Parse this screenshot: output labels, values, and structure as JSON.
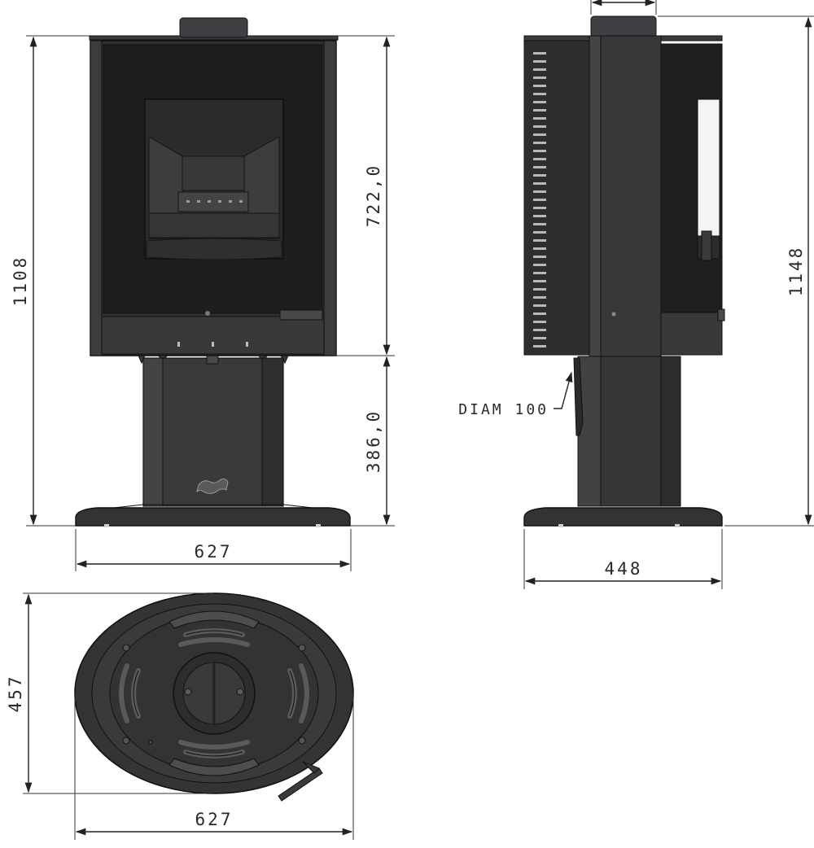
{
  "diagram": {
    "front_view": {
      "height_total": "1108",
      "height_body": "722,0",
      "height_pedestal": "386,0",
      "width": "627"
    },
    "side_view": {
      "height_total": "1148",
      "width": "448",
      "flue_label": "DIAM 100"
    },
    "top_view": {
      "depth": "457",
      "width": "627"
    },
    "colors": {
      "stove_dark": "#2c2c2f",
      "stove_mid": "#3a3a3d",
      "dimension_line": "#222222"
    }
  }
}
